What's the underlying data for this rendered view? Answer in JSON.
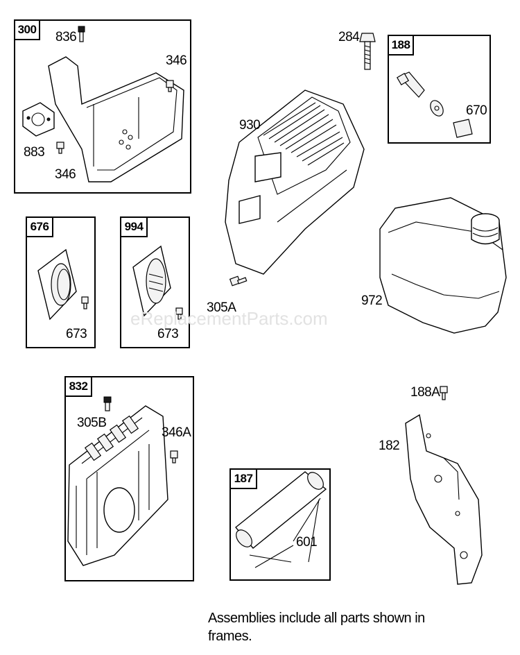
{
  "frames": [
    {
      "id": "300",
      "label": "300"
    },
    {
      "id": "188",
      "label": "188"
    },
    {
      "id": "676",
      "label": "676"
    },
    {
      "id": "994",
      "label": "994"
    },
    {
      "id": "832",
      "label": "832"
    },
    {
      "id": "187",
      "label": "187"
    }
  ],
  "parts": {
    "p836": "836",
    "p346a": "346",
    "p883": "883",
    "p346b": "346",
    "p284": "284",
    "p670": "670",
    "p930": "930",
    "p673a": "673",
    "p673b": "673",
    "p305A": "305A",
    "p972": "972",
    "p305B": "305B",
    "p346A": "346A",
    "p188A": "188A",
    "p182": "182",
    "p601": "601"
  },
  "caption": "Assemblies include all parts shown in frames.",
  "watermark": "eReplacementParts.com"
}
